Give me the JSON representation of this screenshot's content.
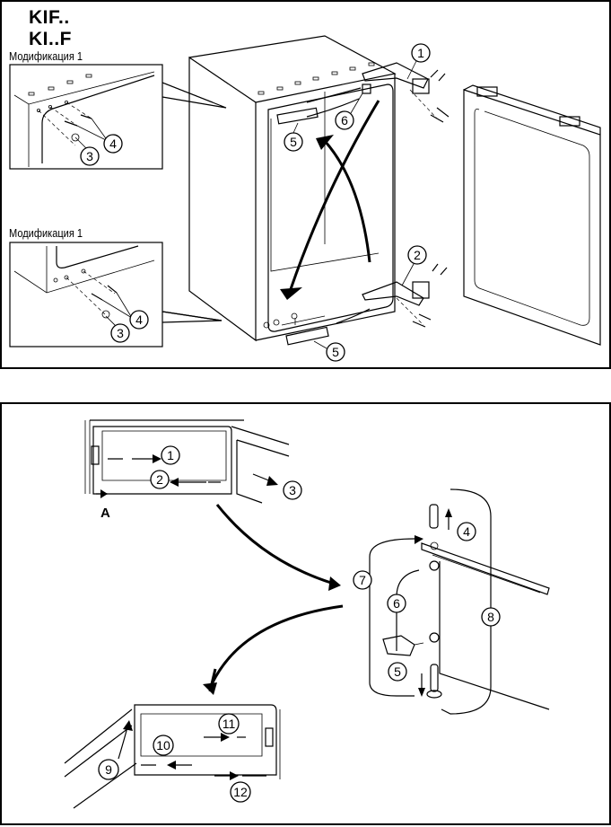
{
  "top_panel": {
    "model_titles": [
      "KIF..",
      "KI..F"
    ],
    "inset_top_label": "Модификация 1",
    "inset_bottom_label": "Модификация 1",
    "inset_top_callouts": [
      "4",
      "3"
    ],
    "inset_bottom_callouts": [
      "4",
      "3"
    ],
    "main_callouts": [
      "1",
      "2",
      "5",
      "6",
      "5"
    ]
  },
  "bottom_panel": {
    "view_marker": "A",
    "step1_callouts": [
      "1",
      "2",
      "3"
    ],
    "step2_callouts": [
      "4",
      "5",
      "6",
      "7",
      "8"
    ],
    "step3_callouts": [
      "9",
      "10",
      "11",
      "12"
    ]
  }
}
